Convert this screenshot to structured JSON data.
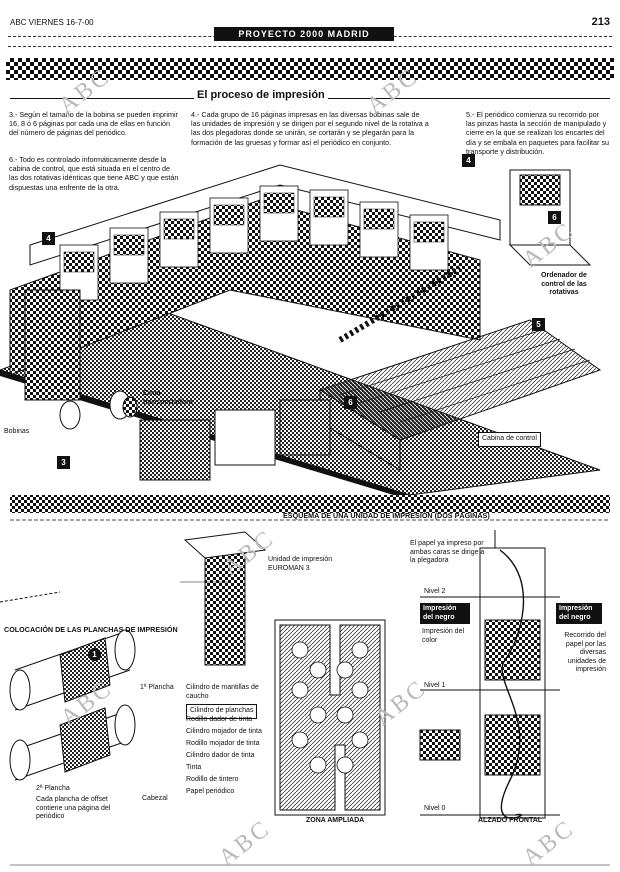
{
  "header": {
    "date": "ABC VIERNES 16-7-00",
    "page_number": "213",
    "kicker": "PROYECTO 2000 MADRID"
  },
  "section_title": "El proceso de impresión",
  "steps": {
    "s3": "3.- Según el tamaño de la bobina se pueden imprimir 16, 8 ó 6 páginas por cada una de ellas en función del número de páginas del periódico.",
    "s6": "6.- Todo es controlado informáticamente desde la cabina de control, que está situada en el centro de las dos rotativas idénticas que tiene ABC y que están dispuestas una enfrente de la otra.",
    "s4": "4.- Cada grupo de 16 páginas impresas en las diversas bobinas sale de las unidades de impresión y se dirigen por el segundo nivel de la rotativa a las dos plegadoras donde se unirán, se cortarán y se plegarán para la formación de las gruesas y formar así el periódico en conjunto.",
    "s5": "5.- El periódico comienza su recorrido por las pinzas hasta la sección de manipulado y cierre en la que se realizan los encartes del día y se embala en paquetes para facilitar su transporte y distribución."
  },
  "badges": [
    "4",
    "4",
    "3",
    "5",
    "6",
    "6",
    "1"
  ],
  "labels": {
    "ordenador": "Ordenador de control de las rotativas",
    "cinta": "Cinta transportadora",
    "bobinas": "Bobinas",
    "cabina": "Cabina de control",
    "esquema_title": "ESQUEMA DE UNA UNIDAD DE IMPRESIÓN (DOS PÁGINAS)",
    "unidad": "Unidad de impresión EUROMAN 3",
    "colocacion": "COLOCACIÓN DE LAS PLANCHAS DE IMPRESIÓN",
    "plancha1": "1ª Plancha",
    "plancha2": "2ª Plancha",
    "cada_plancha": "Cada plancha de offset contiene una página del periódico",
    "cabezal": "Cabezal",
    "cilindro_mantillas": "Cilindro de mantillas de caucho",
    "cilindro_planchas": "Cilindro de planchas",
    "rodillo_tinta": "Rodillo dador de tinta",
    "cilindro_mojador": "Cilindro mojador de tinta",
    "rodillo_mojador": "Rodillo mojador de tinta",
    "cilindro_dador": "Cilindro dador de tinta",
    "tinta": "Tinta",
    "rodillo_tintero": "Rodillo de tintero",
    "papel_label": "Papel periódico",
    "zona": "ZONA AMPLIADA",
    "papel_note": "El papel ya impreso por ambas caras se dirige a la plegadora",
    "nivel2": "Nivel 2",
    "nivel1": "Nivel 1",
    "nivel0": "Nivel 0",
    "impresion_negro_1": "Impresión del negro",
    "impresion_color": "Impresión del color",
    "impresion_negro_2": "Impresión del negro",
    "recorrido": "Recorrido del papel por las diversas unidades de impresión",
    "alzado": "ALZADO FRONTAL"
  },
  "watermark": "ABC"
}
